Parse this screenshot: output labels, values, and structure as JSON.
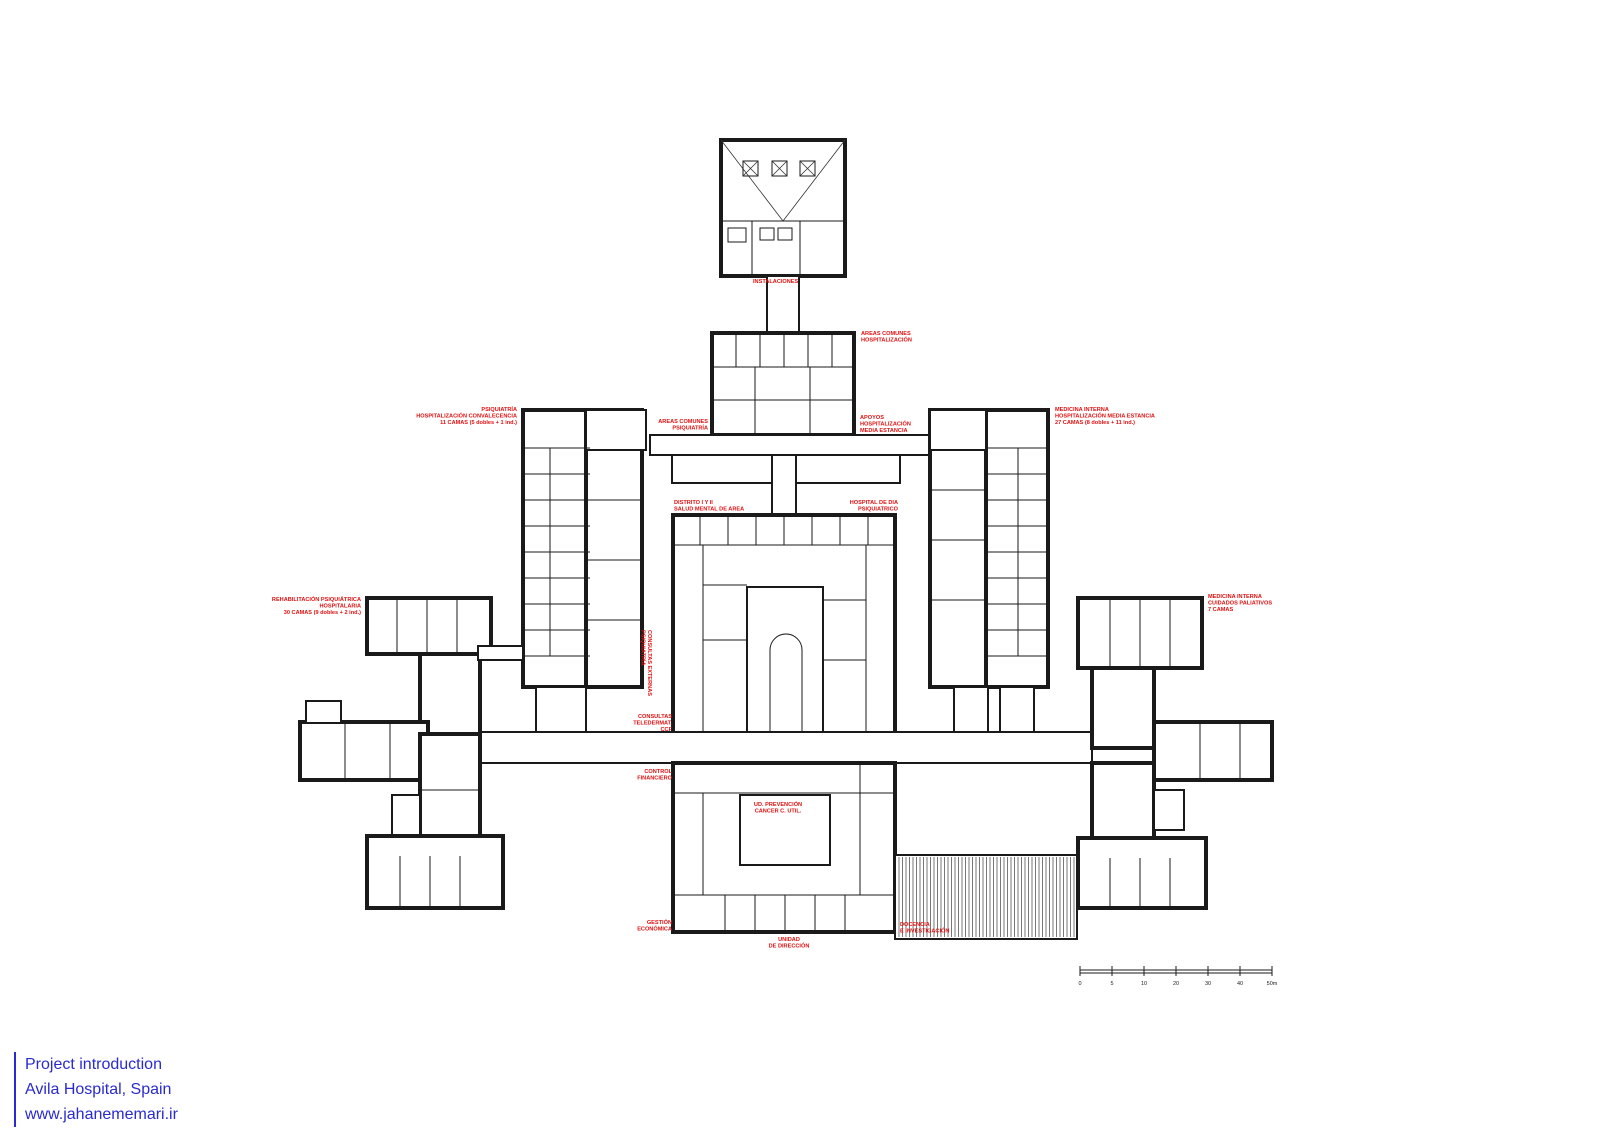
{
  "plan": {
    "labels": [
      {
        "id": "instalaciones",
        "lines": [
          "INSTALACIONES"
        ]
      },
      {
        "id": "areas-comunes-hosp",
        "lines": [
          "AREAS COMUNES",
          "HOSPITALIZACIÓN"
        ]
      },
      {
        "id": "psiquiatria",
        "lines": [
          "PSIQUIATRÍA",
          "HOSPITALIZACIÓN CONVALECENCIA",
          "11 CAMAS (5 dobles + 1 ind.)"
        ]
      },
      {
        "id": "areas-comunes-psiq",
        "lines": [
          "AREAS COMUNES",
          "PSIQUIATRÍA"
        ]
      },
      {
        "id": "apoyos",
        "lines": [
          "APOYOS",
          "HOSPITALIZACIÓN",
          "MEDIA ESTANCIA"
        ]
      },
      {
        "id": "medicina-interna-media",
        "lines": [
          "MEDICINA INTERNA",
          "HOSPITALIZACIÓN MEDIA ESTANCIA",
          "27 CAMAS (8 dobles + 11 ind.)"
        ]
      },
      {
        "id": "distrito",
        "lines": [
          "DISTRITO I Y II",
          "SALUD MENTAL DE AREA"
        ]
      },
      {
        "id": "hospital-dia",
        "lines": [
          "HOSPITAL DE DIA",
          "PSIQUIATRICO"
        ]
      },
      {
        "id": "rehabilitacion",
        "lines": [
          "REHABILITACIÓN PSIQUIÁTRICA",
          "HOSPITALARIA",
          "30 CAMAS (9 dobles + 2 ind.)"
        ]
      },
      {
        "id": "medicina-interna-paliativos",
        "lines": [
          "MEDICINA INTERNA",
          "CUIDADOS PALIATIVOS",
          "7 CAMAS"
        ]
      },
      {
        "id": "consultas-externas",
        "lines": [
          "CONSULTAS EXTERNAS",
          "PSIQUIATRÍA"
        ]
      },
      {
        "id": "consultas-teledermat",
        "lines": [
          "CONSULTAS",
          "TELEDERMAT.",
          "CCF"
        ]
      },
      {
        "id": "control-financiero",
        "lines": [
          "CONTROL",
          "FINANCIERO"
        ]
      },
      {
        "id": "ud-prevencion",
        "lines": [
          "UD. PREVENCIÓN",
          "CANCER C. UTIL."
        ]
      },
      {
        "id": "gestion-economica",
        "lines": [
          "GESTIÓN",
          "ECONÓMICA"
        ]
      },
      {
        "id": "unidad-direccion",
        "lines": [
          "UNIDAD",
          "DE DIRECCIÓN"
        ]
      },
      {
        "id": "docencia",
        "lines": [
          "DOCENCIA",
          "E INVESTIGACIÓN"
        ]
      }
    ],
    "scale_ticks": [
      "0",
      "5",
      "10",
      "20",
      "30",
      "40",
      "50m"
    ]
  },
  "credit": {
    "line1": "Project introduction",
    "line2": "Avila Hospital, Spain",
    "line3": "www.jahanememari.ir"
  },
  "colors": {
    "label": "#e01010",
    "credit": "#2a2ad0",
    "lines": "#1a1a1a"
  }
}
